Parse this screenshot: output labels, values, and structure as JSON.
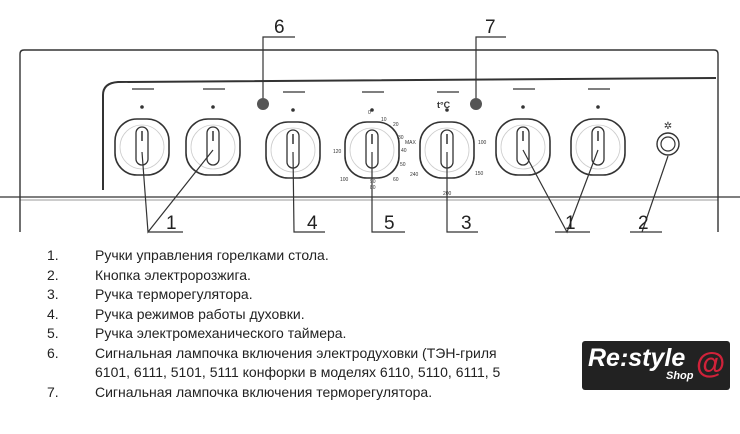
{
  "callouts": {
    "burners_left": "1",
    "ignition": "2",
    "thermostat": "3",
    "modes": "4",
    "timer": "5",
    "oven_lamp": "6",
    "thermo_lamp": "7",
    "burners_right": "1"
  },
  "timer_scale": [
    "0",
    "10",
    "20",
    "30",
    "40",
    "50",
    "60",
    "80",
    "90",
    "100",
    "120"
  ],
  "thermostat_scale": [
    "MAX",
    "100",
    "150",
    "200",
    "240"
  ],
  "thermostat_symbol": "t°C",
  "legend": [
    {
      "num": "1.",
      "text": "Ручки управления горелками стола."
    },
    {
      "num": "2.",
      "text": "Кнопка электророзжига."
    },
    {
      "num": "3.",
      "text": "Ручка терморегулятора."
    },
    {
      "num": "4.",
      "text": "Ручка режимов работы духовки."
    },
    {
      "num": "5.",
      "text": "Ручка электромеханического таймера."
    },
    {
      "num": "6.",
      "text": "Сигнальная лампочка включения электродуховки (ТЭН-гриля"
    },
    {
      "num": "",
      "text": "6101, 6111, 5101, 5111 конфорки в моделях 6110, 5110, 6111, 5"
    },
    {
      "num": "7.",
      "text": "Сигнальная лампочка включения терморегулятора."
    }
  ],
  "logo": {
    "brand": "Re:style",
    "shop": "Shop",
    "at": "@"
  },
  "colors": {
    "line": "#333333",
    "logo_bg": "#222222",
    "logo_accent": "#d0223a"
  }
}
